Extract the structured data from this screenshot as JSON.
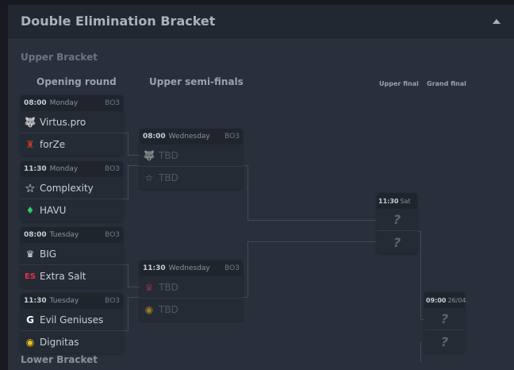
{
  "header": {
    "title": "Double Elimination Bracket"
  },
  "upper": {
    "label": "Upper Bracket",
    "columns": [
      "Opening round",
      "Upper semi-finals",
      "Upper final",
      "Grand final"
    ]
  },
  "lower": {
    "label": "Lower Bracket"
  },
  "opening": [
    {
      "time": "08:00",
      "day": "Monday",
      "format": "BO3",
      "teams": [
        "Virtus.pro",
        "forZe"
      ]
    },
    {
      "time": "11:30",
      "day": "Monday",
      "format": "BO3",
      "teams": [
        "Complexity",
        "HAVU"
      ]
    },
    {
      "time": "08:00",
      "day": "Tuesday",
      "format": "BO3",
      "teams": [
        "BIG",
        "Extra Salt"
      ]
    },
    {
      "time": "11:30",
      "day": "Tuesday",
      "format": "BO3",
      "teams": [
        "Evil Geniuses",
        "Dignitas"
      ]
    }
  ],
  "semis": [
    {
      "time": "08:00",
      "day": "Wednesday",
      "format": "BO3",
      "teams": [
        "TBD",
        "TBD"
      ]
    },
    {
      "time": "11:30",
      "day": "Wednesday",
      "format": "BO3",
      "teams": [
        "TBD",
        "TBD"
      ]
    }
  ],
  "upper_final": {
    "time": "11:30",
    "day": "Sat",
    "teams": [
      "?",
      "?"
    ]
  },
  "grand_final": {
    "time": "09:00",
    "day": "26/04",
    "teams": [
      "?",
      "?"
    ]
  }
}
